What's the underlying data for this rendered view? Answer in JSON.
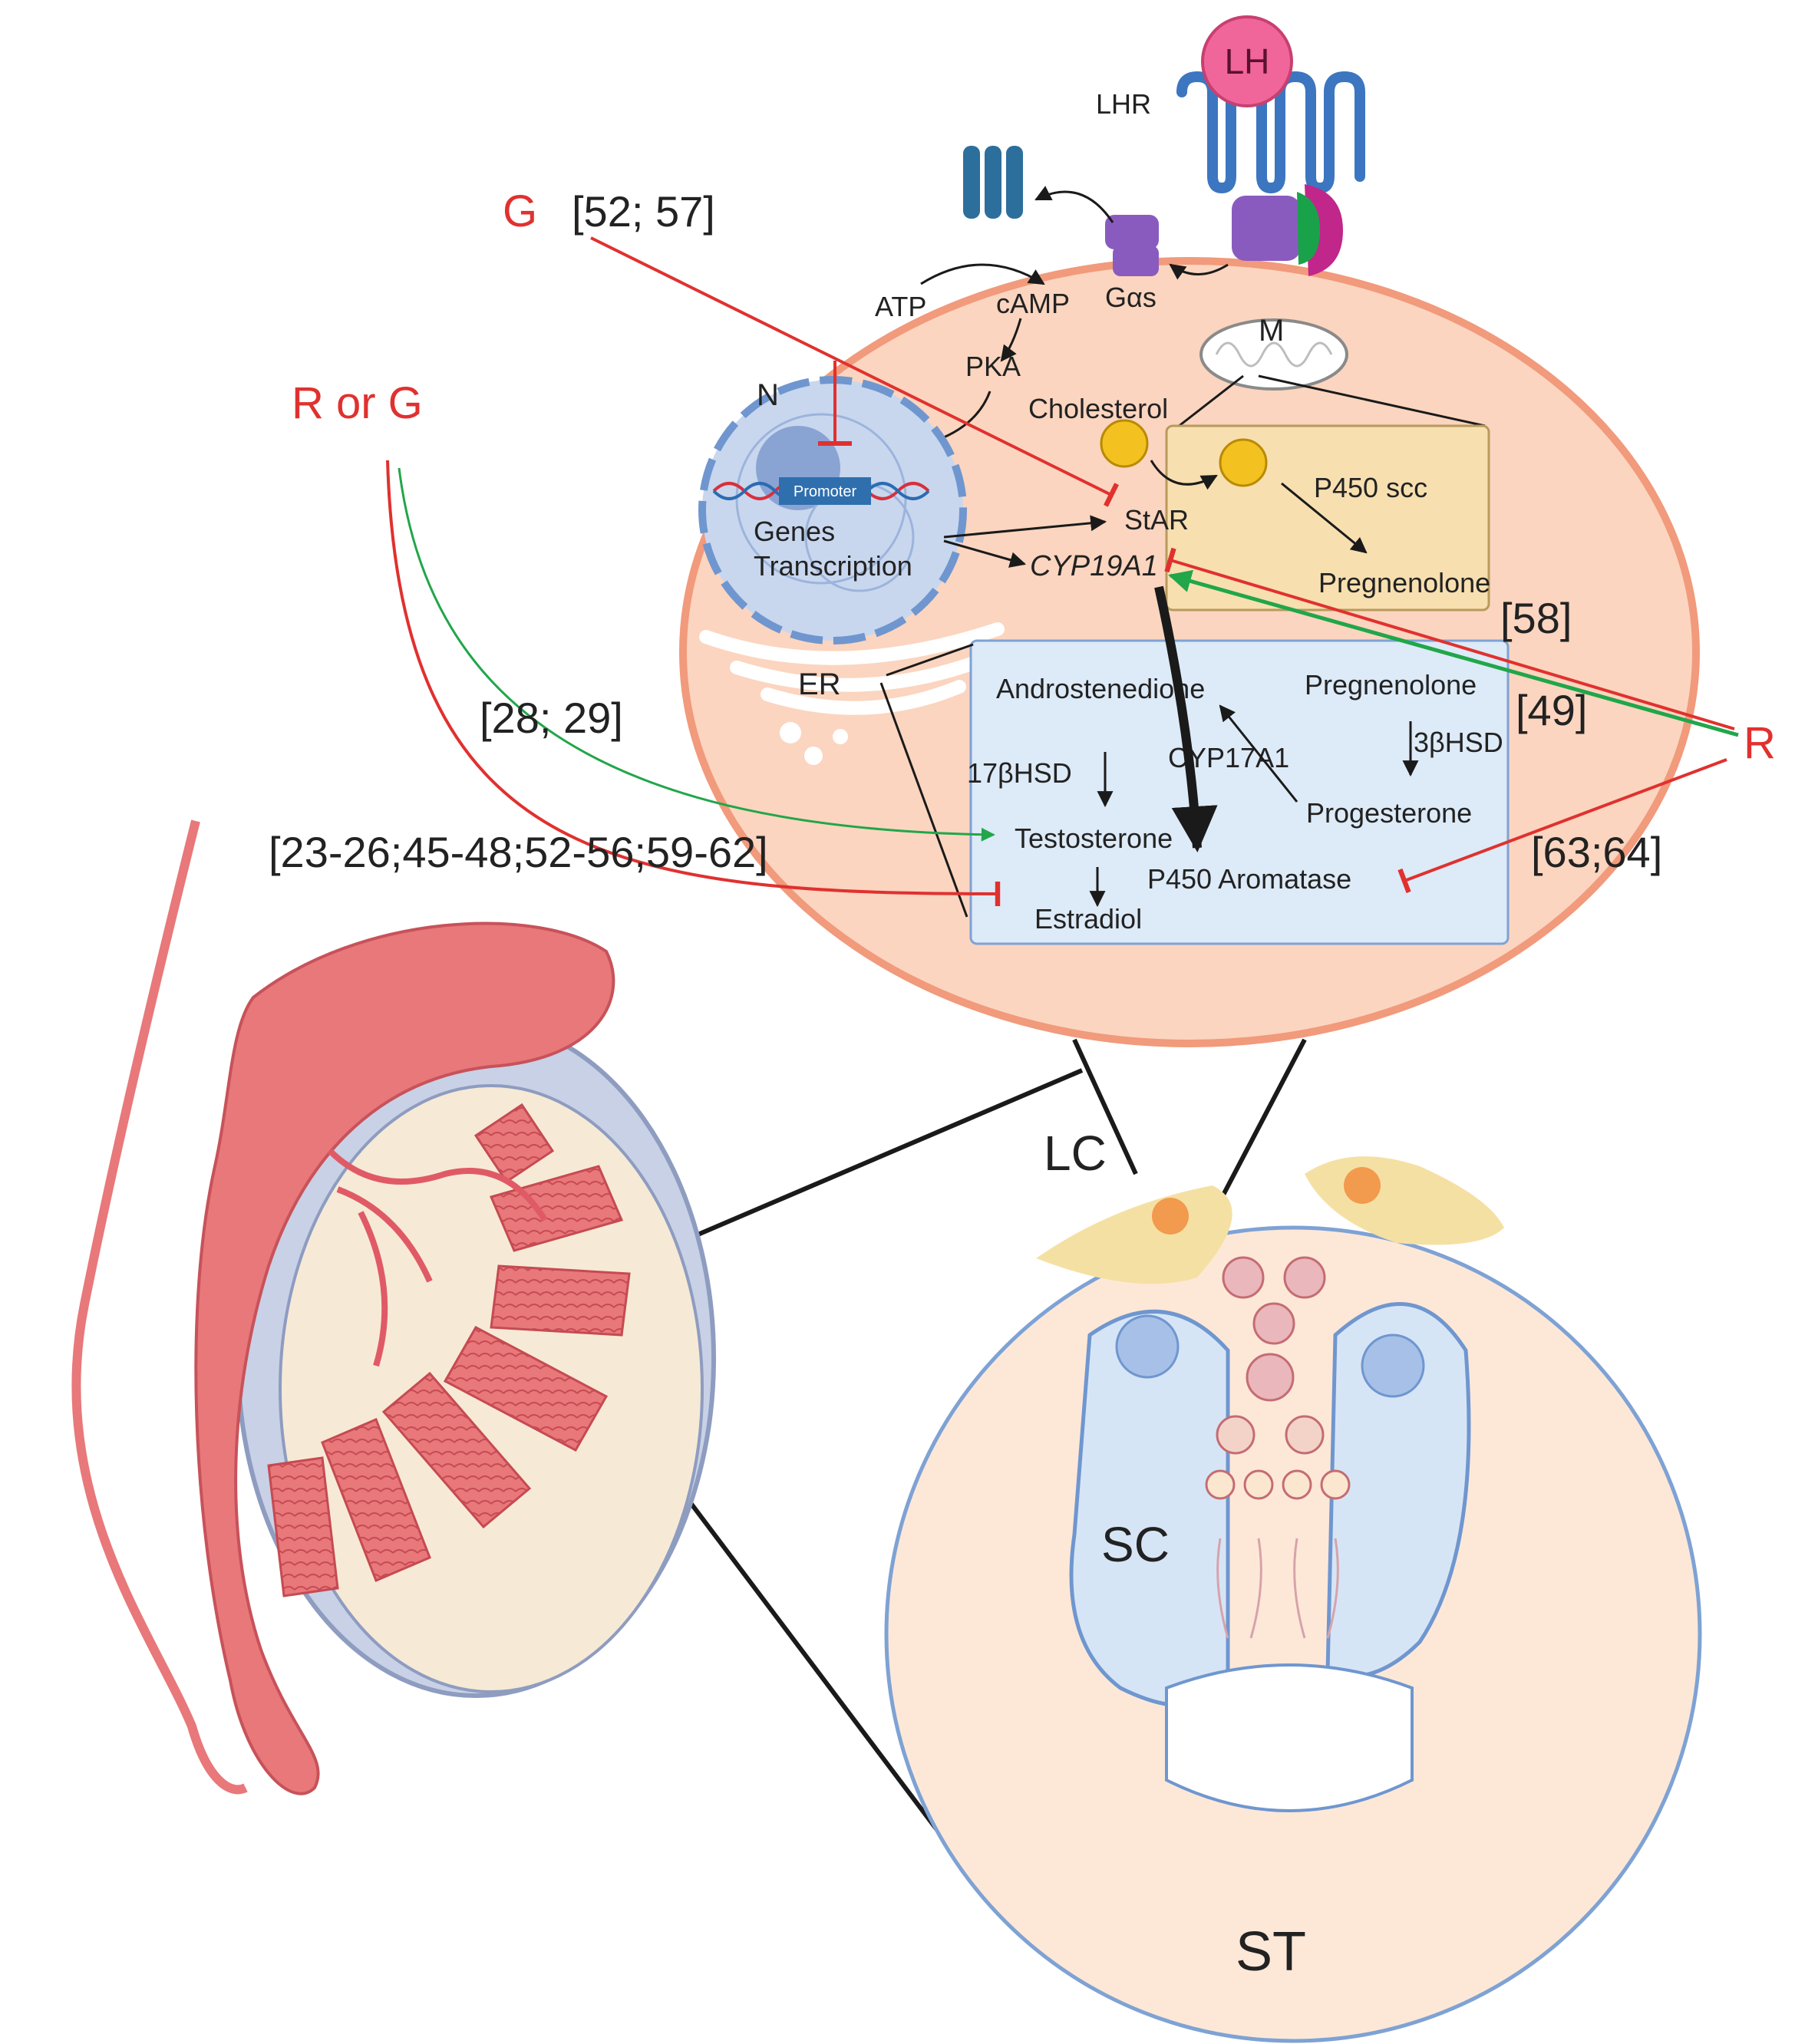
{
  "colors": {
    "inhibit": "#e0312f",
    "stimulate": "#21a64a",
    "cell_fill": "#fbd5bf",
    "cell_stroke": "#f19a7c",
    "mito_box": "#f7dfb0",
    "er_box": "#ddeaf7",
    "tubule": "#e8787a",
    "st_fill": "#fde8d8",
    "st_stroke": "#7ea2d4"
  },
  "icons": [
    "lh-ligand-icon",
    "lhr-receptor-icon",
    "g-protein-icon",
    "adenylyl-cyclase-icon",
    "mitochondrion-icon",
    "nucleus-icon",
    "dna-icon",
    "cholesterol-icon",
    "er-icon",
    "testis-icon",
    "leydig-cell-icon",
    "seminiferous-tubule-icon"
  ],
  "ligand": {
    "lh": "LH",
    "lhr": "LHR"
  },
  "signaling": {
    "atp": "ATP",
    "camp": "cAMP",
    "gas": "Gαs",
    "pka": "PKA"
  },
  "organelles": {
    "nucleus": "N",
    "mitochondrion": "M",
    "er": "ER",
    "promoter": "Promoter"
  },
  "genes": {
    "line1": "Genes",
    "line2": "Transcription",
    "star": "StAR",
    "cyp19a1": "CYP19A1"
  },
  "mito_box": {
    "cholesterol": "Cholesterol",
    "p450scc": "P450 scc",
    "pregnenolone": "Pregnenolone"
  },
  "er_box": {
    "androstenedione": "Androstenedione",
    "pregnenolone": "Pregnenolone",
    "hsd17b": "17βHSD",
    "hsd3b": "3βHSD",
    "cyp17a1": "CYP17A1",
    "testosterone": "Testosterone",
    "progesterone": "Progesterone",
    "aromatase": "P450 Aromatase",
    "estradiol": "Estradiol"
  },
  "agents": {
    "g": "G",
    "r_or_g": "R or G",
    "r": "R"
  },
  "refs": {
    "g_star": "[52; 57]",
    "r_cyp19a1": "[58]",
    "r_stim": "[49]",
    "rg_stim": "[28; 29]",
    "rg_inhib": "[23-26;45-48;52-56;59-62]",
    "r_aromatase": "[63;64]"
  },
  "anatomy": {
    "lc": "LC",
    "sc": "SC",
    "st": "ST"
  }
}
